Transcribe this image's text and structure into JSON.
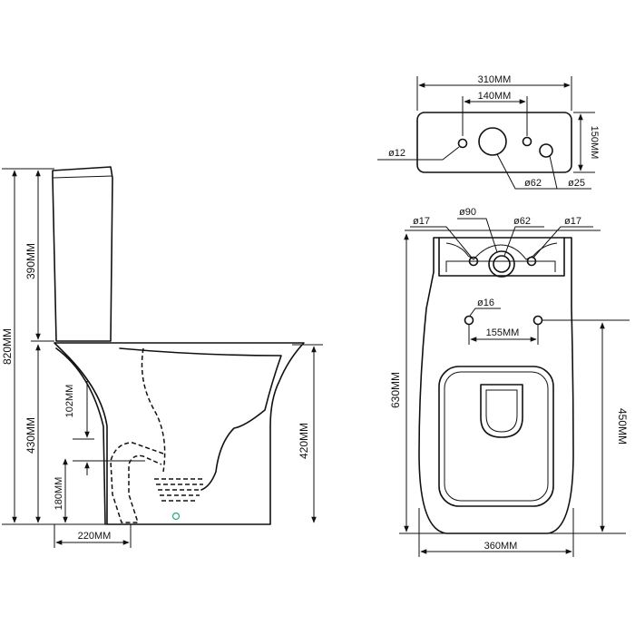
{
  "side_view": {
    "total_height": "820MM",
    "tank_height": "390MM",
    "bowl_height": "430MM",
    "rim_height": "420MM",
    "trap_drop": "102MM",
    "outlet_height": "180MM",
    "outlet_distance": "220MM"
  },
  "tank_top": {
    "width": "310MM",
    "hole_spacing": "140MM",
    "depth": "150MM",
    "small_hole": "ø12",
    "flush_hole": "ø62",
    "side_hole": "ø25"
  },
  "top_view": {
    "hole_left": "ø17",
    "hole_center": "ø90",
    "hole_flush": "ø62",
    "hole_right": "ø17",
    "seat_hole": "ø16",
    "seat_spacing": "155MM",
    "length": "630MM",
    "seat_to_front": "450MM",
    "width": "360MM"
  }
}
